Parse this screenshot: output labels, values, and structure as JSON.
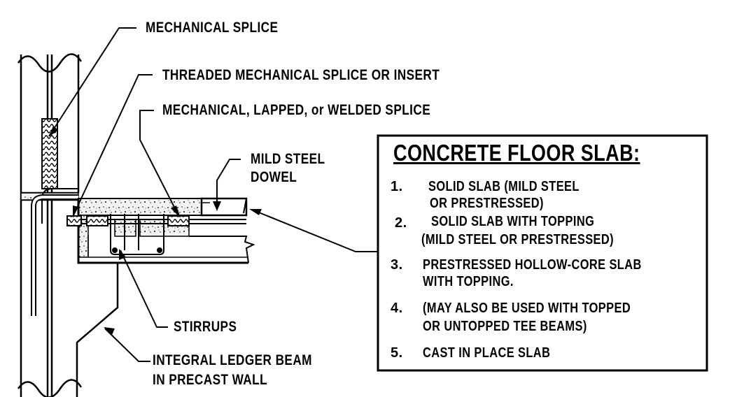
{
  "labels": {
    "mechanical_splice": "MECHANICAL SPLICE",
    "threaded_splice": "THREADED MECHANICAL SPLICE OR INSERT",
    "lapped_splice": "MECHANICAL, LAPPED, or WELDED SPLICE",
    "mild_steel": "MILD STEEL",
    "dowel": "DOWEL",
    "stirrups": "STIRRUPS",
    "ledger_line1": "INTEGRAL LEDGER BEAM",
    "ledger_line2": "IN PRECAST WALL"
  },
  "box": {
    "title": "CONCRETE FLOOR SLAB:",
    "items": [
      {
        "num": "1.",
        "line1": "SOLID SLAB (MILD STEEL",
        "line2": "OR PRESTRESSED)"
      },
      {
        "num": "2.",
        "line1": "SOLID SLAB WITH TOPPING",
        "line2": "(MILD STEEL OR PRESTRESSED)"
      },
      {
        "num": "3.",
        "line1": "PRESTRESSED HOLLOW-CORE SLAB",
        "line2": "WITH TOPPING."
      },
      {
        "num": "4.",
        "line1": "(MAY ALSO BE USED WITH TOPPED",
        "line2": "OR UNTOPPED TEE BEAMS)"
      },
      {
        "num": "5.",
        "line1": "CAST IN PLACE SLAB",
        "line2": ""
      }
    ]
  }
}
